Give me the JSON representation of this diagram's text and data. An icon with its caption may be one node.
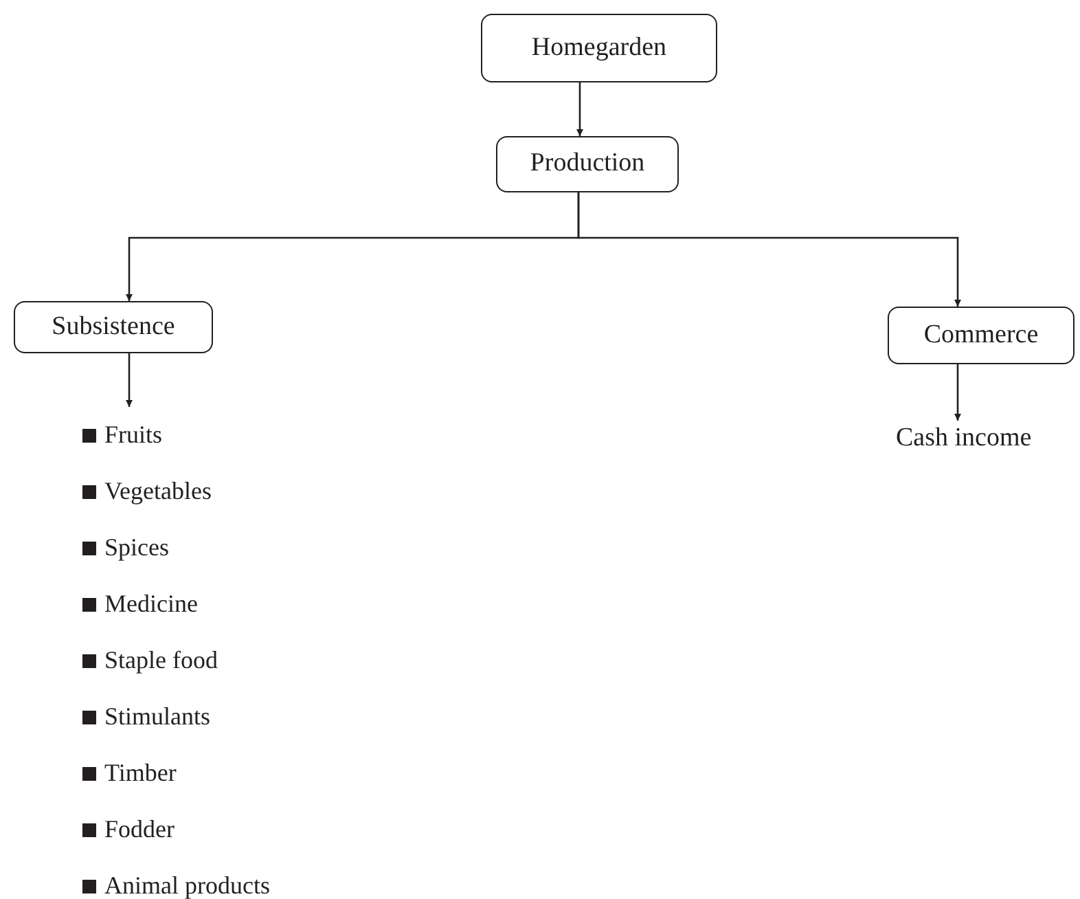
{
  "diagram": {
    "nodes": [
      {
        "text": [
          "Homegarden"
        ]
      },
      {
        "text": [
          "Production"
        ]
      },
      {
        "text": [
          "Subsistence"
        ]
      },
      {
        "text": [
          "Commerce"
        ]
      },
      {
        "text": [
          "Fruits",
          "Vegetables",
          "Spices",
          "Medicine",
          "Staple food",
          "Stimulants",
          "Timber",
          "Fodder",
          "Animal products"
        ]
      },
      {
        "text": [
          "Cash income"
        ]
      }
    ],
    "edges": [
      {
        "from": 0,
        "to": 1,
        "arrow": "to"
      },
      {
        "from": 1,
        "to": 2,
        "arrow": "to"
      },
      {
        "from": 1,
        "to": 3,
        "arrow": "to"
      },
      {
        "from": 2,
        "to": 4,
        "arrow": "to"
      },
      {
        "from": 3,
        "to": 5,
        "arrow": "to"
      }
    ]
  }
}
